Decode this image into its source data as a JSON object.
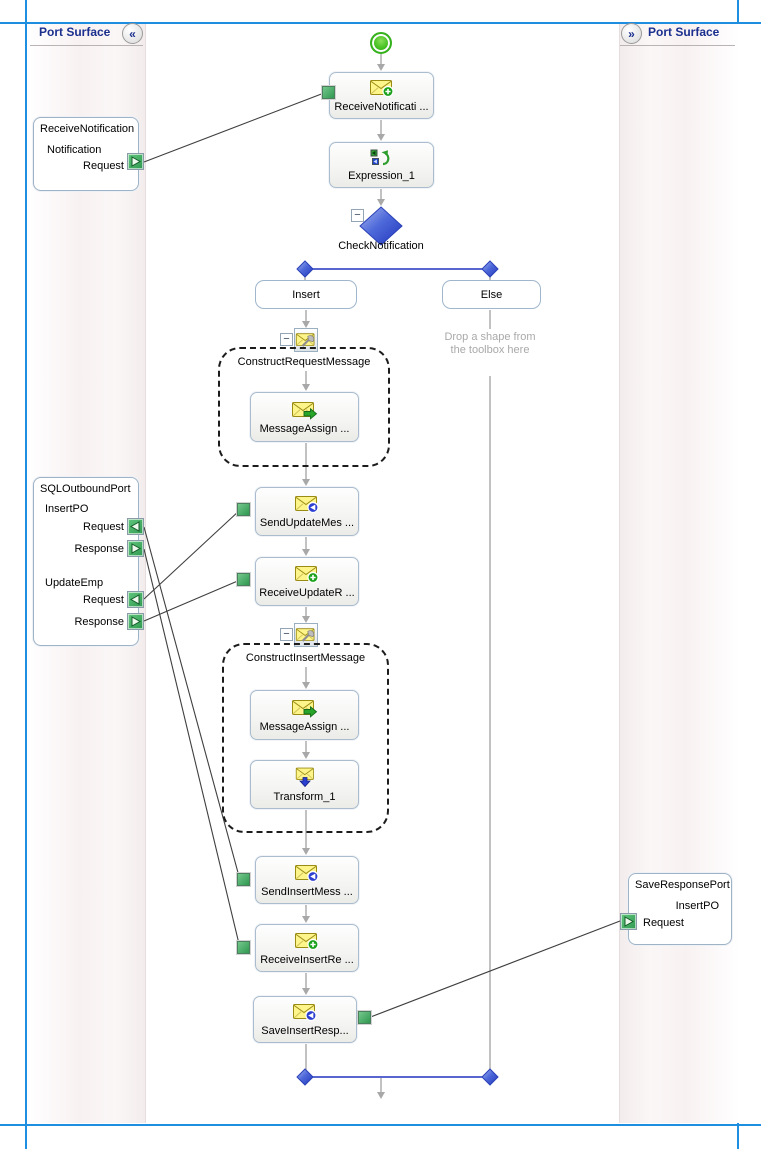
{
  "window": {
    "left_panel_title": "Port Surface",
    "right_panel_title": "Port Surface",
    "collapse_icon": "«",
    "expand_icon": "»",
    "collapse_glyph": "−"
  },
  "ports": {
    "receiveNotification": {
      "title": "ReceiveNotification",
      "operation": "Notification",
      "request": "Request"
    },
    "sqlOutbound": {
      "title": "SQLOutboundPort",
      "op1": "InsertPO",
      "op1_request": "Request",
      "op1_response": "Response",
      "op2": "UpdateEmp",
      "op2_request": "Request",
      "op2_response": "Response"
    },
    "saveResponse": {
      "title": "SaveResponsePort",
      "op1": "InsertPO",
      "op1_request": "Request"
    }
  },
  "flow": {
    "receive_notification": "ReceiveNotificati ...",
    "expression": "Expression_1",
    "decision": "CheckNotification",
    "branch_insert": "Insert",
    "branch_else": "Else",
    "drop_hint": "Drop a shape from the toolbox here",
    "construct_request_group": "ConstructRequestMessage",
    "message_assign_1": "MessageAssign ...",
    "send_update": "SendUpdateMes ...",
    "receive_update": "ReceiveUpdateR ...",
    "construct_insert_group": "ConstructInsertMessage",
    "message_assign_2": "MessageAssign ...",
    "transform": "Transform_1",
    "send_insert": "SendInsertMess ...",
    "receive_insert": "ReceiveInsertRe ...",
    "save_insert": "SaveInsertResp..."
  },
  "colors": {
    "frame_blue": "#1e8ee0",
    "branch_line_blue": "#2333c1",
    "port_title_navy": "#1b2f8e",
    "connector_green": "#2f9850",
    "stop_red": "#d41414",
    "hint_gray": "#a9a9a9",
    "envelope_yellow": "#fdf48a"
  }
}
